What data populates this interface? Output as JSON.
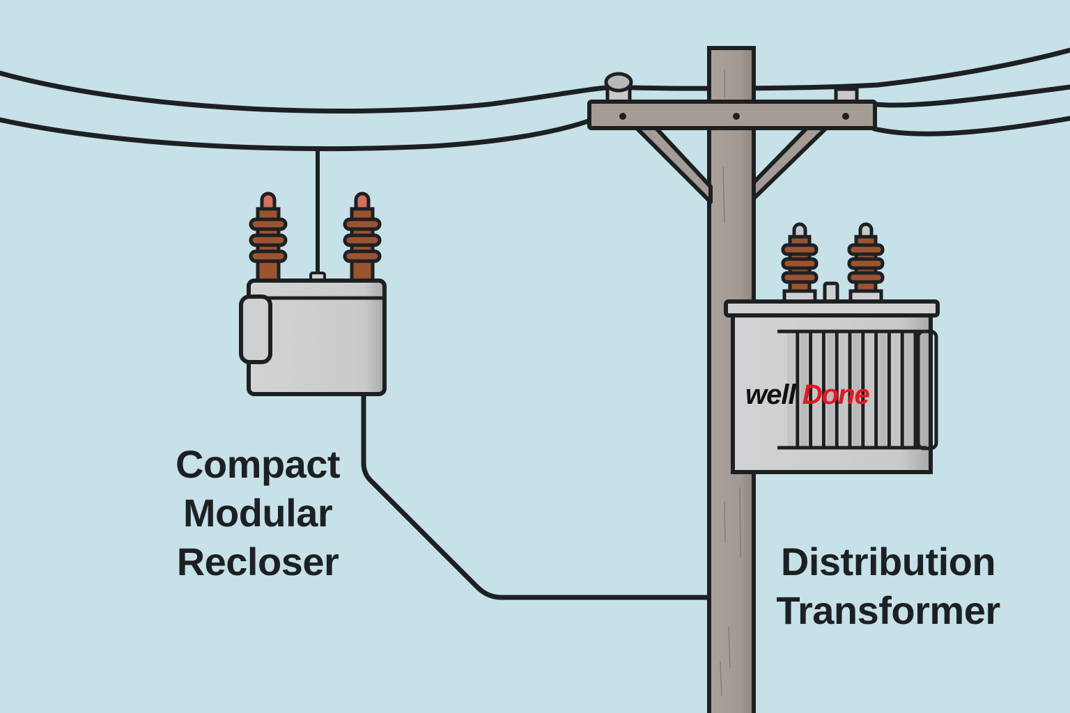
{
  "title": "Compact Modular Recloser and Distribution Transformer on utility pole",
  "labels": {
    "recloser": [
      "Compact",
      "Modular",
      "Recloser"
    ],
    "transformer": [
      "Distribution",
      "Transformer"
    ]
  },
  "logo": {
    "part1": "well ",
    "part2": "Done"
  },
  "colors": {
    "background": "#c6e1e8",
    "outline": "#1d2022",
    "pole": "#a59c95",
    "pole_shade": "#8f8680",
    "metal": "#cfd0d1",
    "metal_shade": "#a9aaac",
    "porcelain": "#9c5430",
    "porcelain_tip": "#d4715a",
    "logo_black": "#111111",
    "logo_red": "#e8161f"
  },
  "components": [
    {
      "name": "Compact Modular Recloser",
      "bushings": 2
    },
    {
      "name": "Distribution Transformer",
      "bushings": 2,
      "radiator_fins": 10
    }
  ]
}
